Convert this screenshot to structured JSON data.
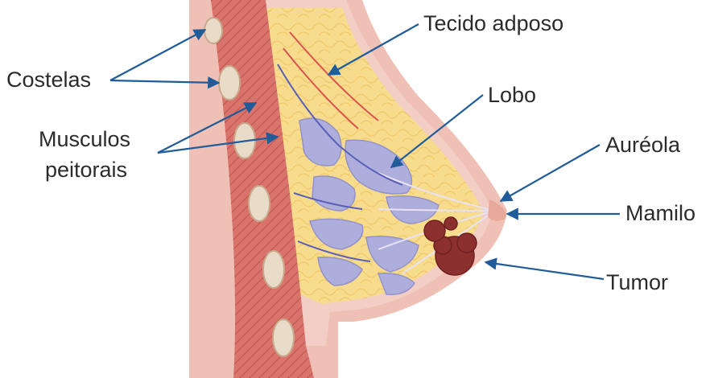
{
  "labels": {
    "costelas": "Costelas",
    "musculos_line1": "Musculos",
    "musculos_line2": "peitorais",
    "tecido": "Tecido adposo",
    "lobo": "Lobo",
    "aureola": "Auréola",
    "mamilo": "Mamilo",
    "tumor": "Tumor"
  },
  "colors": {
    "arrow": "#1f5c99",
    "skin": "#efc0b5",
    "fat": "#f7dc8e",
    "muscle": "#cf5b57",
    "lobe": "#aeaedd",
    "tumor": "#8c2f2f",
    "rib": "#e8dcc8"
  }
}
